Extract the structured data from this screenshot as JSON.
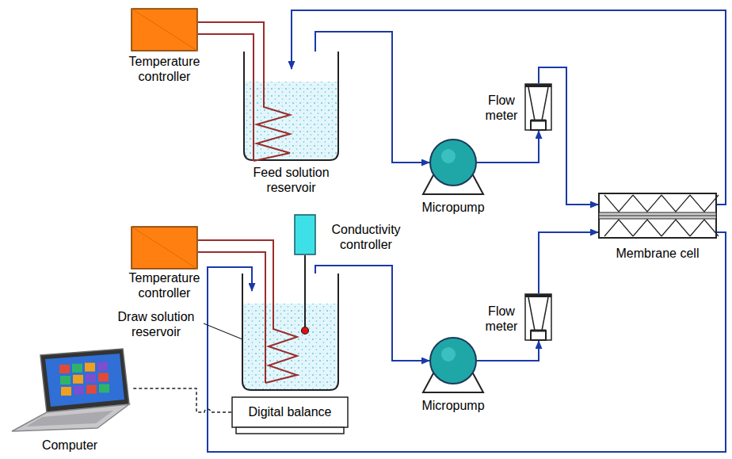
{
  "diagram": {
    "nodes": [
      {
        "text": [
          "Temperature controller"
        ]
      },
      {
        "text": [
          "Feed solution reservoir"
        ]
      },
      {
        "text": [
          "Micropump"
        ]
      },
      {
        "text": [
          "Flow meter"
        ]
      },
      {
        "text": [
          "Membrane cell"
        ]
      },
      {
        "text": [
          "Conductivity controller"
        ]
      },
      {
        "text": [
          "Temperature controller"
        ]
      },
      {
        "text": [
          "Draw solution reservoir"
        ]
      },
      {
        "text": [
          "Micropump"
        ]
      },
      {
        "text": [
          "Flow meter"
        ]
      },
      {
        "text": [
          "Digital balance"
        ]
      },
      {
        "text": [
          "Computer"
        ]
      }
    ],
    "edges": [
      {
        "from": 0,
        "to": 1,
        "arrow": "none"
      },
      {
        "from": 1,
        "to": 2,
        "arrow": "to"
      },
      {
        "from": 2,
        "to": 3,
        "arrow": "to"
      },
      {
        "from": 3,
        "to": 4,
        "arrow": "to"
      },
      {
        "from": 4,
        "to": 1,
        "arrow": "to"
      },
      {
        "from": 6,
        "to": 7,
        "arrow": "none"
      },
      {
        "from": 5,
        "to": 7,
        "arrow": "none"
      },
      {
        "from": 7,
        "to": 8,
        "arrow": "to"
      },
      {
        "from": 8,
        "to": 9,
        "arrow": "to"
      },
      {
        "from": 9,
        "to": 4,
        "arrow": "to"
      },
      {
        "from": 4,
        "to": 7,
        "arrow": "to"
      },
      {
        "from": 10,
        "to": 11,
        "arrow": "none"
      }
    ]
  }
}
